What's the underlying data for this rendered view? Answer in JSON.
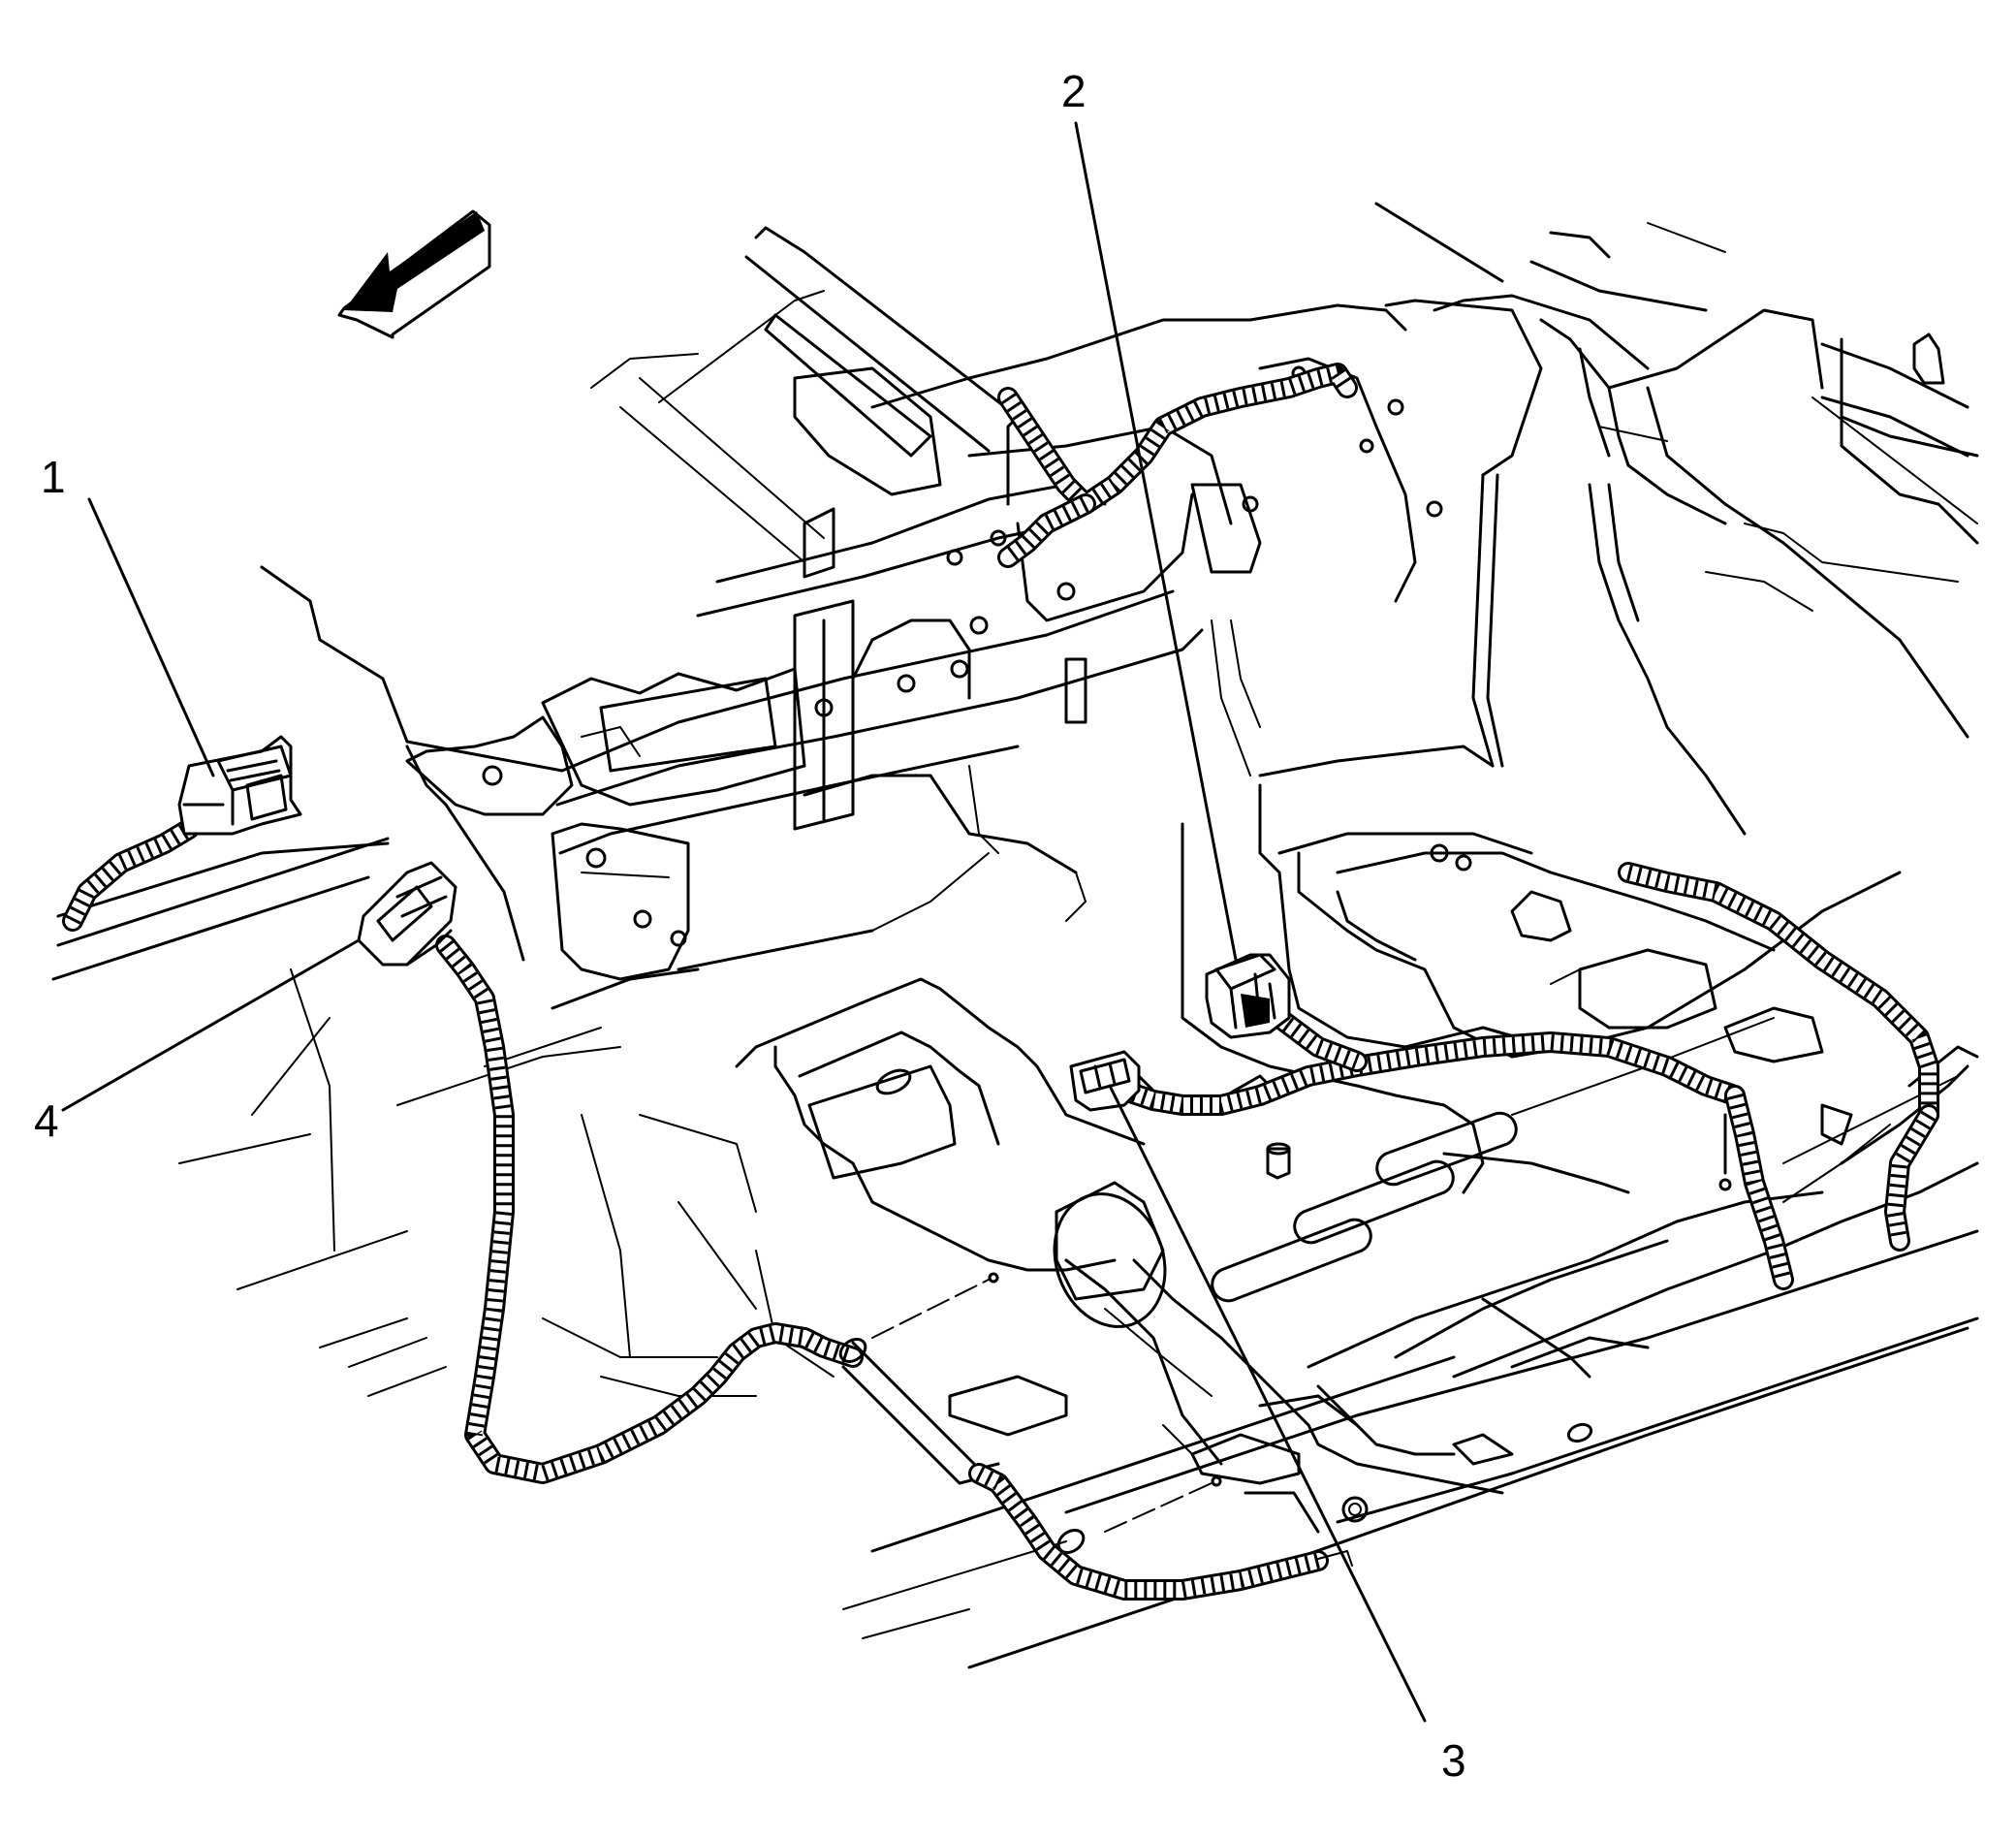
{
  "diagram": {
    "callouts": [
      {
        "id": "1",
        "label": "1"
      },
      {
        "id": "2",
        "label": "2"
      },
      {
        "id": "3",
        "label": "3"
      },
      {
        "id": "4",
        "label": "4"
      }
    ],
    "direction_arrow_icon": "front-direction-arrow-icon",
    "stroke_color": "#000000",
    "background_color": "#ffffff"
  }
}
